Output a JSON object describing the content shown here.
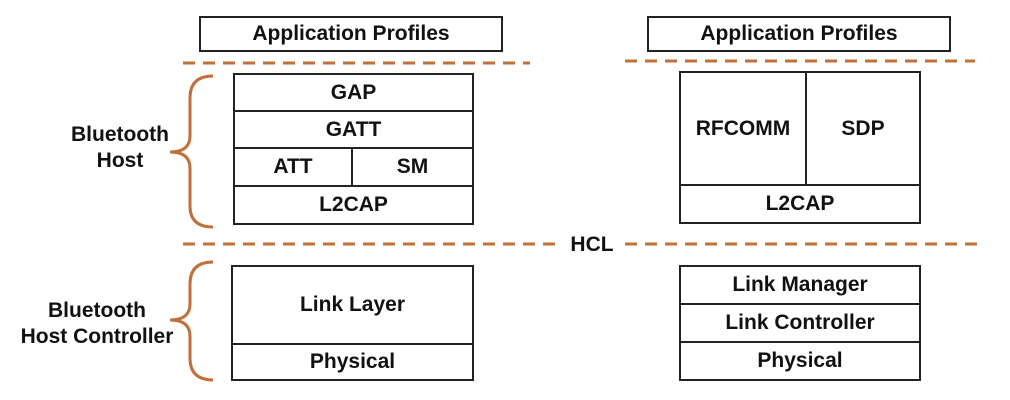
{
  "colors": {
    "accent": "#c0713a",
    "stroke": "#222222"
  },
  "hcl_label": "HCL",
  "left_labels": {
    "host_line1": "Bluetooth",
    "host_line2": "Host",
    "controller_line1": "Bluetooth",
    "controller_line2": "Host Controller"
  },
  "left_stack": {
    "app_profiles": "Application Profiles",
    "gap": "GAP",
    "gatt": "GATT",
    "att": "ATT",
    "sm": "SM",
    "l2cap": "L2CAP",
    "link_layer": "Link Layer",
    "physical": "Physical"
  },
  "right_stack": {
    "app_profiles": "Application Profiles",
    "rfcomm": "RFCOMM",
    "sdp": "SDP",
    "l2cap": "L2CAP",
    "link_manager": "Link Manager",
    "link_controller": "Link Controller",
    "physical": "Physical"
  }
}
